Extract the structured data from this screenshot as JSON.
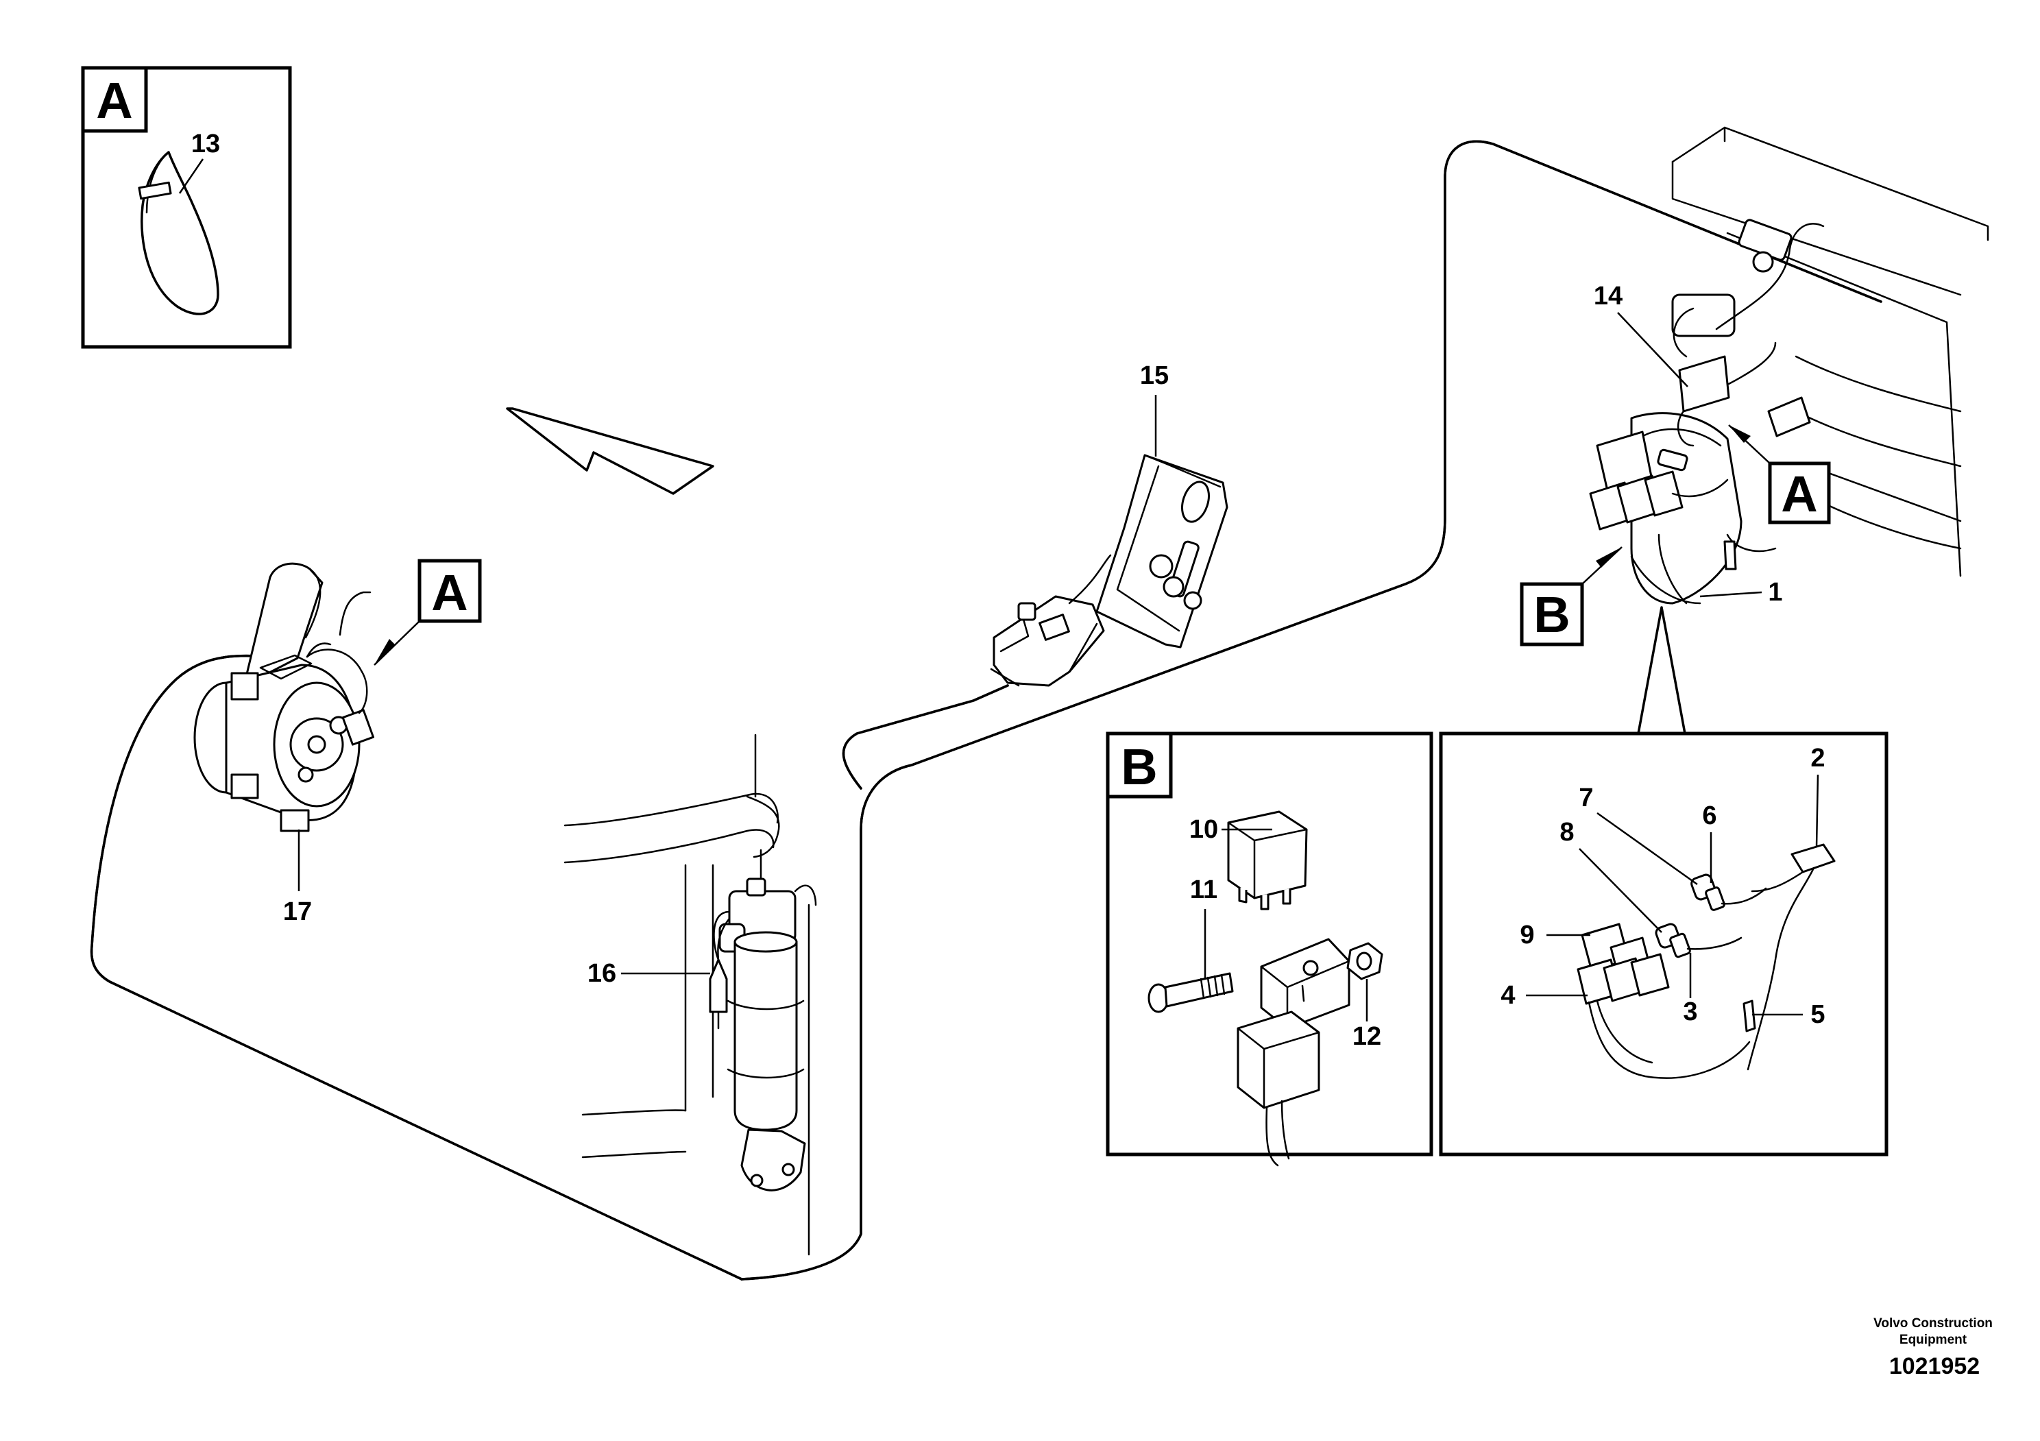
{
  "diagram": {
    "callouts": {
      "c1": "1",
      "c2": "2",
      "c3": "3",
      "c4": "4",
      "c5": "5",
      "c6": "6",
      "c7": "7",
      "c8": "8",
      "c9": "9",
      "c10": "10",
      "c11": "11",
      "c12": "12",
      "c13": "13",
      "c14": "14",
      "c15": "15",
      "c16": "16",
      "c17": "17"
    },
    "detail_labels": {
      "a_inset": "A",
      "b_inset": "B",
      "a_ref_compressor": "A",
      "a_ref_cab": "A",
      "b_ref_cab": "B"
    }
  },
  "footer": {
    "company_line1": "Volvo Construction",
    "company_line2": "Equipment",
    "doc_number": "1021952"
  }
}
